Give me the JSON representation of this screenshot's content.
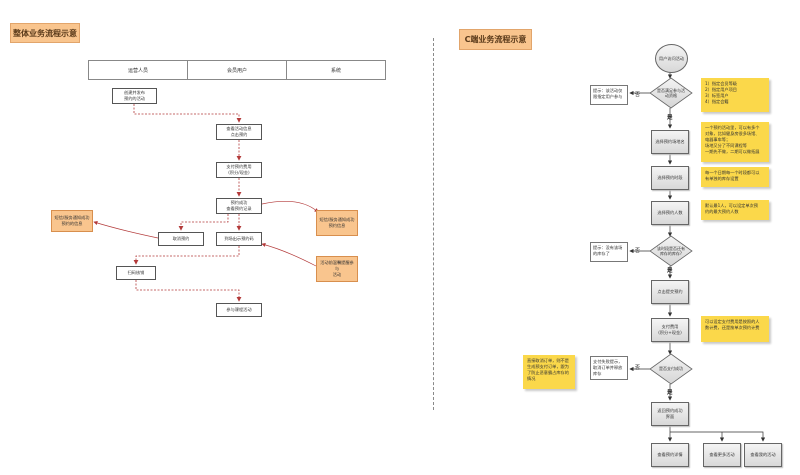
{
  "left": {
    "title": "整体业务流程示意",
    "lanes": [
      "运营人员",
      "会员用户",
      "系统"
    ],
    "nodes": {
      "create": "创建并发布\n预约的活动",
      "view_info": "查看活动信息\n点击预约",
      "pay": "支付预约费用\n(积分/现金)",
      "success": "预约成功\n查看预约记录",
      "cancel": "取消预约",
      "show_arrive": "到场出示预约码",
      "scan": "扫码核销",
      "join": "参与课程活动"
    },
    "orange_notes": {
      "sms_success": "短信/服务通知成功\n预约的信息",
      "sms_cancel": "短信/服务通知成功\n预约信息",
      "remind": "活动前温馨提醒参与\n活动"
    }
  },
  "right": {
    "title": "C端业务流程示意",
    "start": "用户访问活动",
    "check_qualify": "是否满足参与活\n动资格",
    "tip_not_allowed": "提示：该活动仅\n限指定用户参与",
    "no": "否",
    "yes": "是",
    "steps": {
      "select_place": "选择预约场地名",
      "select_time": "选择预约时段",
      "select_people": "选择预约人数",
      "submit": "点击提交预约",
      "pay": "支付费用\n(积分+现金)",
      "result_page": "返回预约成功\n界面",
      "view_detail": "查看预约详情",
      "view_more": "查看更多活动",
      "view_mine": "查看我的活动"
    },
    "check_stock": "该时段是否还有\n库存的库存?",
    "tip_no_stock": "提示：没有该场\n的库存了",
    "check_pay": "是否支付成功",
    "tip_pay_fail": "支付失败提示，\n取消订单并释放\n库存",
    "notes": {
      "qualify": "1）指定会员等级\n2）指定用户项目\n3）标签用户\n4）指定会籍",
      "place": "一个预约活动里，可以有多个\n对象，比如健身房很多场馆、\n电器事车等；\n场地又分了不同课程等\n一期先不做，二期可以做拓展",
      "time": "每一个日期每一个时段都可以\n有单独的库存设置",
      "people": "默认最1人，可以设定单次预\n约的最大预约人数",
      "pay": "可以设定支付费用是按照的人\n数计费，还是按单次预约计费",
      "fail": "直接取消订单，则不是\n生成预支付订单，跟为\n了防止恶意霸占库存的\n情况"
    }
  }
}
